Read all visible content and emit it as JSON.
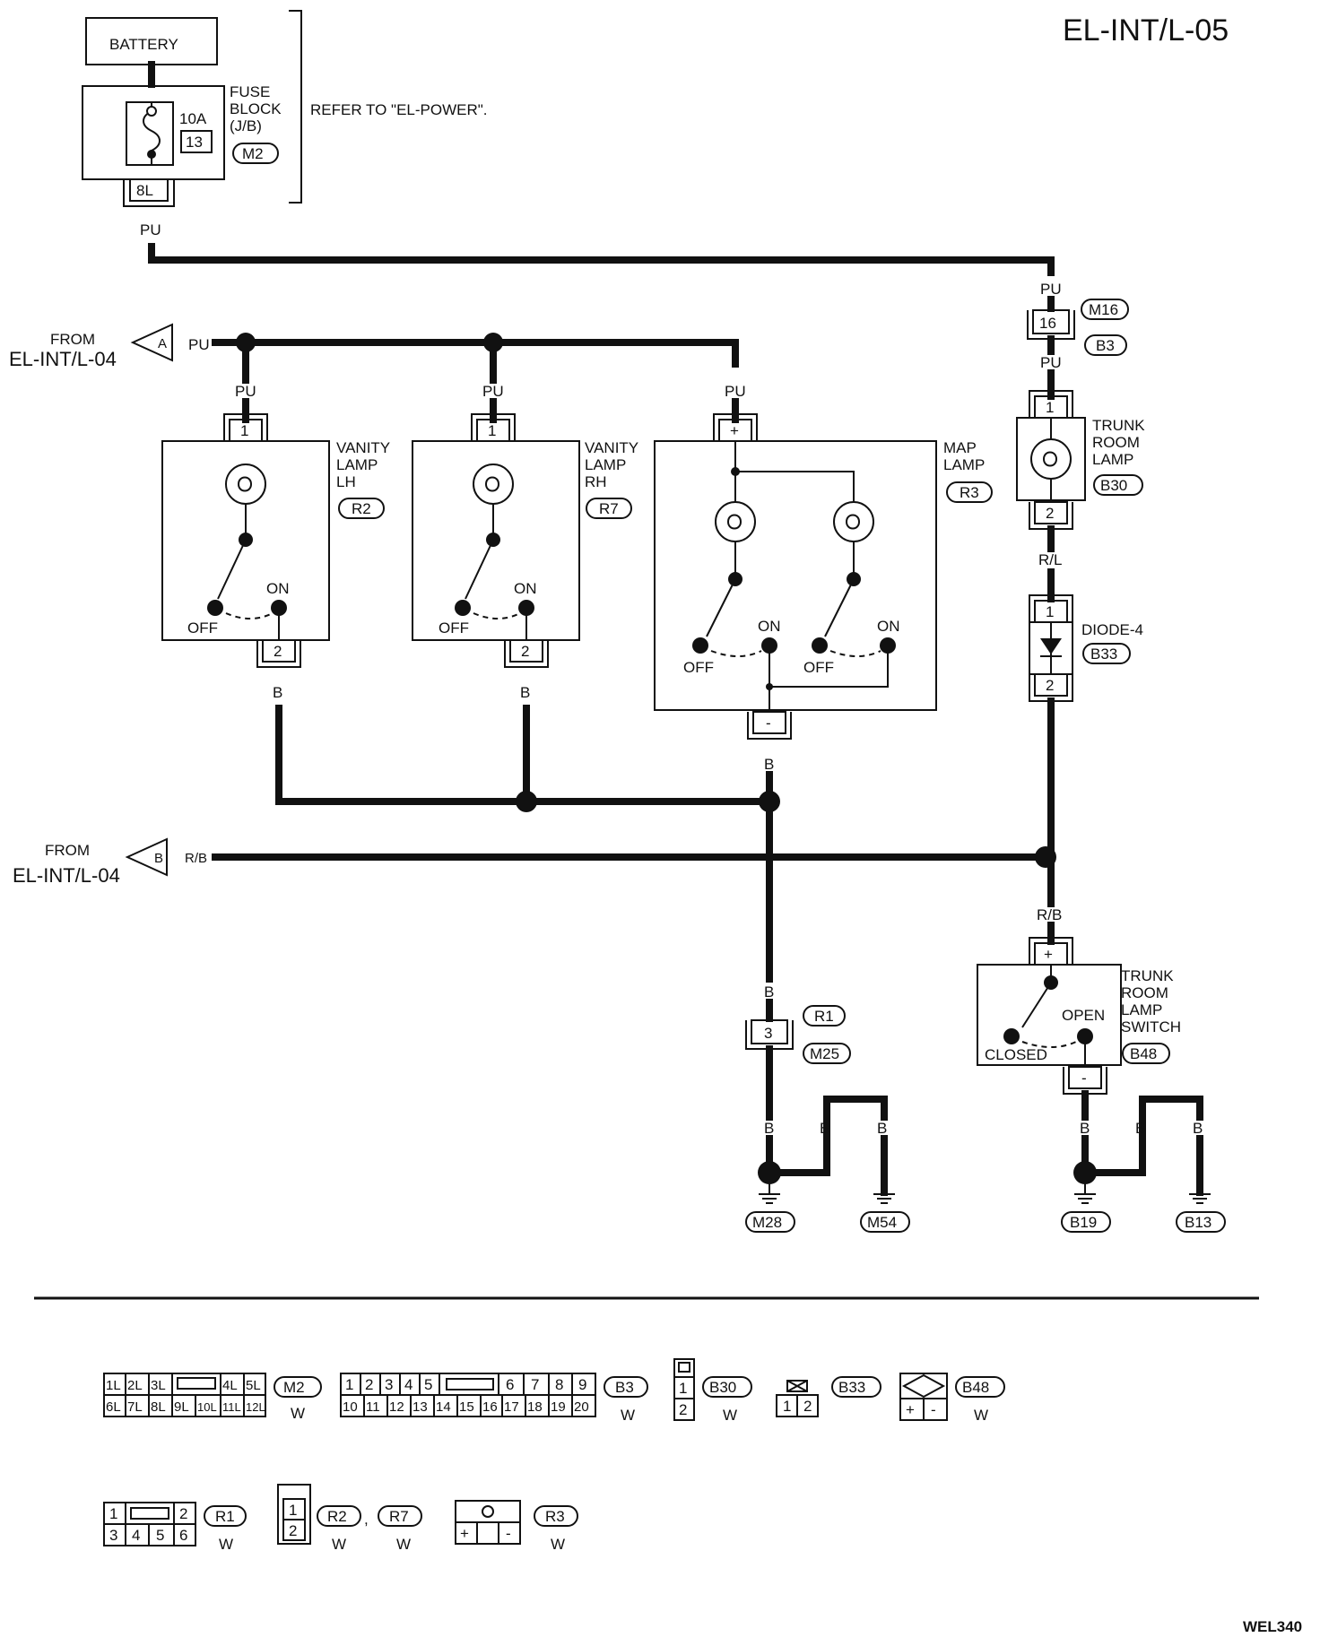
{
  "page": {
    "code": "EL-INT/L-05",
    "figure_id": "WEL340"
  },
  "power": {
    "battery": "BATTERY",
    "fuse_block": [
      "FUSE",
      "BLOCK",
      "(J/B)"
    ],
    "fuse_amp": "10A",
    "fuse_no": "13",
    "fuse_conn": "M2",
    "fuse_term": "8L",
    "refer": "REFER TO \"EL-POWER\"."
  },
  "wires": {
    "pu": "PU",
    "b": "B",
    "rl": "R/L",
    "rb": "R/B"
  },
  "from_a": {
    "line1": "FROM",
    "line2": "EL-INT/L-04",
    "flag": "A"
  },
  "from_b": {
    "line1": "FROM",
    "line2": "EL-INT/L-04",
    "flag": "B"
  },
  "vanity_lh": {
    "name": [
      "VANITY",
      "LAMP",
      "LH"
    ],
    "conn": "R2",
    "pin_in": "1",
    "pin_out": "2",
    "on": "ON",
    "off": "OFF"
  },
  "vanity_rh": {
    "name": [
      "VANITY",
      "LAMP",
      "RH"
    ],
    "conn": "R7",
    "pin_in": "1",
    "pin_out": "2",
    "on": "ON",
    "off": "OFF"
  },
  "map_lamp": {
    "name": [
      "MAP",
      "LAMP"
    ],
    "conn": "R3",
    "pin_in": "+",
    "pin_out": "-",
    "on1": "ON",
    "off1": "OFF",
    "on2": "ON",
    "off2": "OFF"
  },
  "joint_m16": {
    "pin": "16",
    "conn_top": "M16",
    "conn_bot": "B3"
  },
  "trunk_lamp": {
    "name": [
      "TRUNK",
      "ROOM",
      "LAMP"
    ],
    "conn": "B30",
    "pin_in": "1",
    "pin_out": "2"
  },
  "diode": {
    "name": "DIODE-4",
    "conn": "B33",
    "pin_in": "1",
    "pin_out": "2"
  },
  "trunk_switch": {
    "name": [
      "TRUNK",
      "ROOM",
      "LAMP",
      "SWITCH"
    ],
    "conn": "B48",
    "pin_in": "+",
    "pin_out": "-",
    "open": "OPEN",
    "closed": "CLOSED"
  },
  "joint_r1": {
    "pin": "3",
    "conn_top": "R1",
    "conn_bot": "M25"
  },
  "grounds": [
    "M28",
    "M54",
    "B19",
    "B13"
  ],
  "connectors": {
    "m2": {
      "id": "M2",
      "color": "W",
      "row1": [
        "1L",
        "2L",
        "3L",
        "",
        "4L",
        "5L"
      ],
      "row2": [
        "6L",
        "7L",
        "8L",
        "9L",
        "10L",
        "11L",
        "12L"
      ]
    },
    "b3": {
      "id": "B3",
      "color": "W",
      "row1": [
        "1",
        "2",
        "3",
        "4",
        "5",
        "",
        "6",
        "7",
        "8",
        "9"
      ],
      "row2": [
        "10",
        "11",
        "12",
        "13",
        "14",
        "15",
        "16",
        "17",
        "18",
        "19",
        "20"
      ]
    },
    "b30": {
      "id": "B30",
      "color": "W",
      "pins": [
        "1",
        "2"
      ]
    },
    "b33": {
      "id": "B33",
      "pins": [
        "1",
        "2"
      ]
    },
    "b48": {
      "id": "B48",
      "color": "W",
      "pins": [
        "+",
        "-"
      ]
    },
    "r1": {
      "id": "R1",
      "color": "W",
      "row1": [
        "1",
        "",
        "2"
      ],
      "row2": [
        "3",
        "4",
        "5",
        "6"
      ]
    },
    "r2": {
      "id": "R2",
      "color": "W",
      "pins": [
        "1",
        "2"
      ]
    },
    "r7": {
      "id": "R7",
      "color": "W",
      "sep": ","
    },
    "r3": {
      "id": "R3",
      "color": "W",
      "pins": [
        "+",
        "-"
      ]
    }
  }
}
